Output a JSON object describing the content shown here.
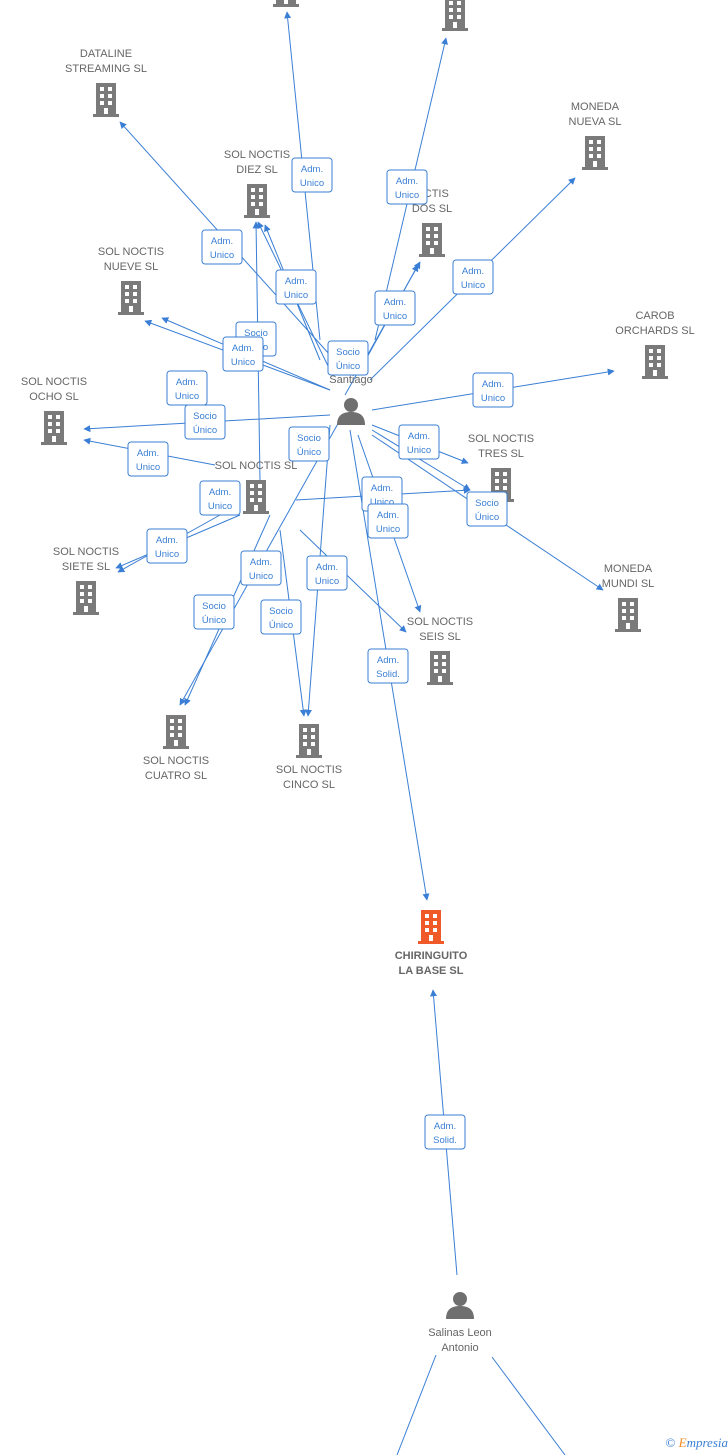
{
  "colors": {
    "edge": "#3a7fd5",
    "company": "#7a7a7a",
    "focus": "#f05a28",
    "person": "#6f6f6f"
  },
  "companies": [
    {
      "id": "top1",
      "lines": []
    },
    {
      "id": "top2",
      "lines": []
    },
    {
      "id": "dataline",
      "lines": [
        "DATALINE",
        "STREAMING  SL"
      ]
    },
    {
      "id": "moneda_nueva",
      "lines": [
        "MONEDA",
        "NUEVA SL"
      ]
    },
    {
      "id": "diez",
      "lines": [
        "SOL NOCTIS",
        "DIEZ  SL"
      ]
    },
    {
      "id": "dos",
      "lines": [
        "OCTIS",
        "DOS  SL"
      ]
    },
    {
      "id": "nueve",
      "lines": [
        "SOL NOCTIS",
        "NUEVE  SL"
      ]
    },
    {
      "id": "carob",
      "lines": [
        "CAROB",
        "ORCHARDS  SL"
      ]
    },
    {
      "id": "ocho",
      "lines": [
        "SOL NOCTIS",
        "OCHO  SL"
      ]
    },
    {
      "id": "tres",
      "lines": [
        "SOL NOCTIS",
        "TRES  SL"
      ]
    },
    {
      "id": "sl",
      "lines": [
        "SOL NOCTIS  SL"
      ]
    },
    {
      "id": "siete",
      "lines": [
        "SOL NOCTIS",
        "SIETE  SL"
      ]
    },
    {
      "id": "moneda_mundi",
      "lines": [
        "MONEDA",
        "MUNDI SL"
      ]
    },
    {
      "id": "seis",
      "lines": [
        "SOL NOCTIS",
        "SEIS  SL"
      ]
    },
    {
      "id": "cuatro",
      "lines": [
        "SOL NOCTIS",
        "CUATRO  SL"
      ]
    },
    {
      "id": "cinco",
      "lines": [
        "SOL NOCTIS",
        "CINCO  SL"
      ]
    },
    {
      "id": "chiringuito",
      "lines": [
        "CHIRINGUITO",
        "LA BASE  SL"
      ],
      "focus": true
    }
  ],
  "persons": [
    {
      "id": "santiago",
      "lines": [
        "Santiago"
      ]
    },
    {
      "id": "salinas",
      "lines": [
        "Salinas Leon",
        "Antonio"
      ]
    }
  ],
  "relations": [
    [
      "Adm.",
      "Unico"
    ],
    [
      "Adm.",
      "Unico"
    ],
    [
      "Adm.",
      "Unico"
    ],
    [
      "Adm.",
      "Unico"
    ],
    [
      "Socio",
      "Único"
    ],
    [
      "Adm.",
      "Unico"
    ],
    [
      "Adm.",
      "Unico"
    ],
    [
      "Socio",
      "Único"
    ],
    [
      "Adm.",
      "Unico"
    ],
    [
      "Adm.",
      "Unico"
    ],
    [
      "Adm.",
      "Unico"
    ],
    [
      "Socio",
      "Único"
    ],
    [
      "Adm.",
      "Unico"
    ],
    [
      "Adm.",
      "Unico"
    ],
    [
      "Socio",
      "Único"
    ],
    [
      "Adm.",
      "Unico"
    ],
    [
      "Adm.",
      "Unico"
    ],
    [
      "Socio",
      "Único"
    ],
    [
      "Adm.",
      "Unico"
    ],
    [
      "Adm.",
      "Unico"
    ],
    [
      "Socio",
      "Único"
    ],
    [
      "Socio",
      "Único"
    ],
    [
      "Adm.",
      "Solid."
    ],
    [
      "Adm.",
      "Solid."
    ],
    [
      "Adm.",
      "Unico"
    ],
    [
      "Adm.",
      "Unico"
    ]
  ],
  "watermark": {
    "copyright": "©",
    "brand_initial": "E",
    "brand_rest": "mpresia"
  }
}
